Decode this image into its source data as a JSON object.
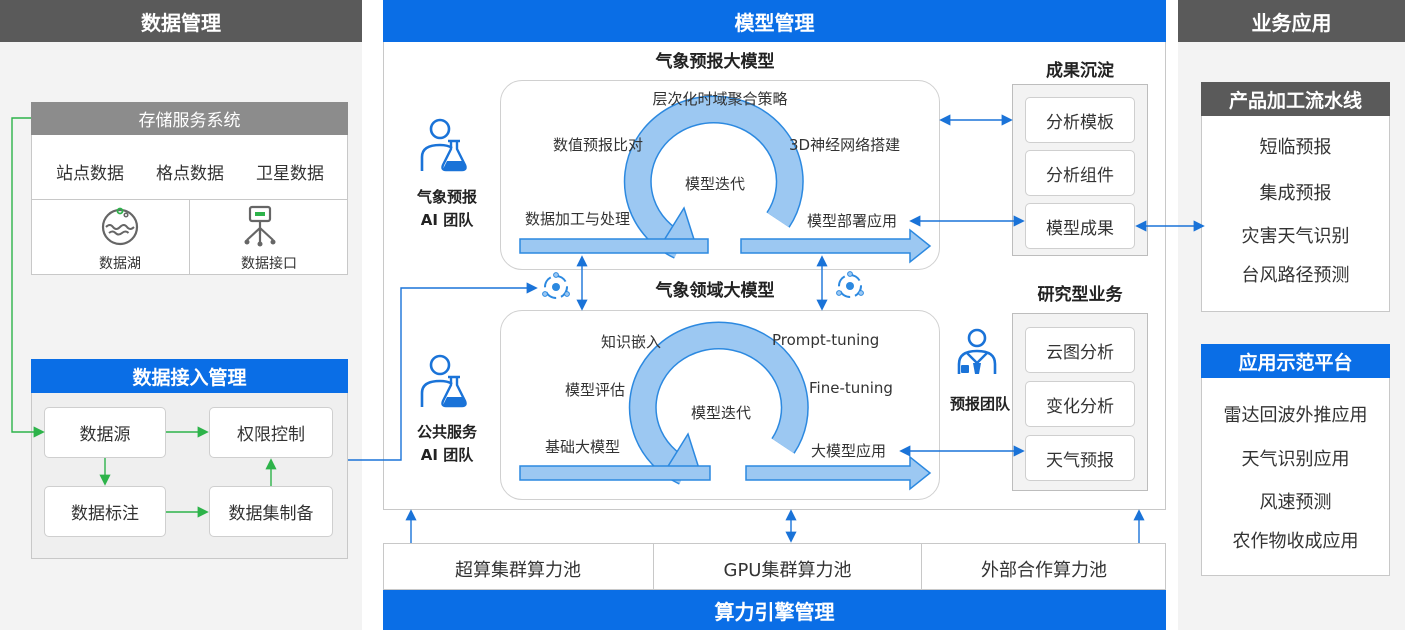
{
  "columns": {
    "data_mgmt": "数据管理",
    "model_mgmt": "模型管理",
    "business": "业务应用",
    "compute_engine": "算力引擎管理"
  },
  "storage": {
    "title": "存储服务系统",
    "items": [
      "站点数据",
      "格点数据",
      "卫星数据"
    ],
    "lake": "数据湖",
    "api": "数据接口"
  },
  "access": {
    "title": "数据接入管理",
    "source": "数据源",
    "permission": "权限控制",
    "annotation": "数据标注",
    "dataset": "数据集制备"
  },
  "forecast_model": {
    "title": "气象预报大模型",
    "team_line1": "气象预报",
    "team_line2": "AI 团队",
    "top": "层次化时域聚合策略",
    "left": "数值预报比对",
    "right": "3D神经网络搭建",
    "center": "模型迭代",
    "bottom_left": "数据加工与处理",
    "bottom_right": "模型部署应用"
  },
  "domain_model": {
    "title": "气象领域大模型",
    "team_line1": "公共服务",
    "team_line2": "AI 团队",
    "top_left": "知识嵌入",
    "top_right": "Prompt-tuning",
    "left": "模型评估",
    "right": "Fine-tuning",
    "center": "模型迭代",
    "bottom_left": "基础大模型",
    "bottom_right": "大模型应用"
  },
  "results": {
    "title": "成果沉淀",
    "items": [
      "分析模板",
      "分析组件",
      "模型成果"
    ]
  },
  "research": {
    "title": "研究型业务",
    "team": "预报团队",
    "items": [
      "云图分析",
      "变化分析",
      "天气预报"
    ]
  },
  "pipeline": {
    "title": "产品加工流水线",
    "items": [
      "短临预报",
      "集成预报",
      "灾害天气识别",
      "台风路径预测"
    ]
  },
  "demo": {
    "title": "应用示范平台",
    "items": [
      "雷达回波外推应用",
      "天气识别应用",
      "风速预测",
      "农作物收成应用"
    ]
  },
  "compute": {
    "pools": [
      "超算集群算力池",
      "GPU集群算力池",
      "外部合作算力池"
    ]
  },
  "colors": {
    "blue": "#0a6ee6",
    "gray_header": "#5a5a5a",
    "green": "#2db34a",
    "cycle": "#9cc8f2"
  }
}
